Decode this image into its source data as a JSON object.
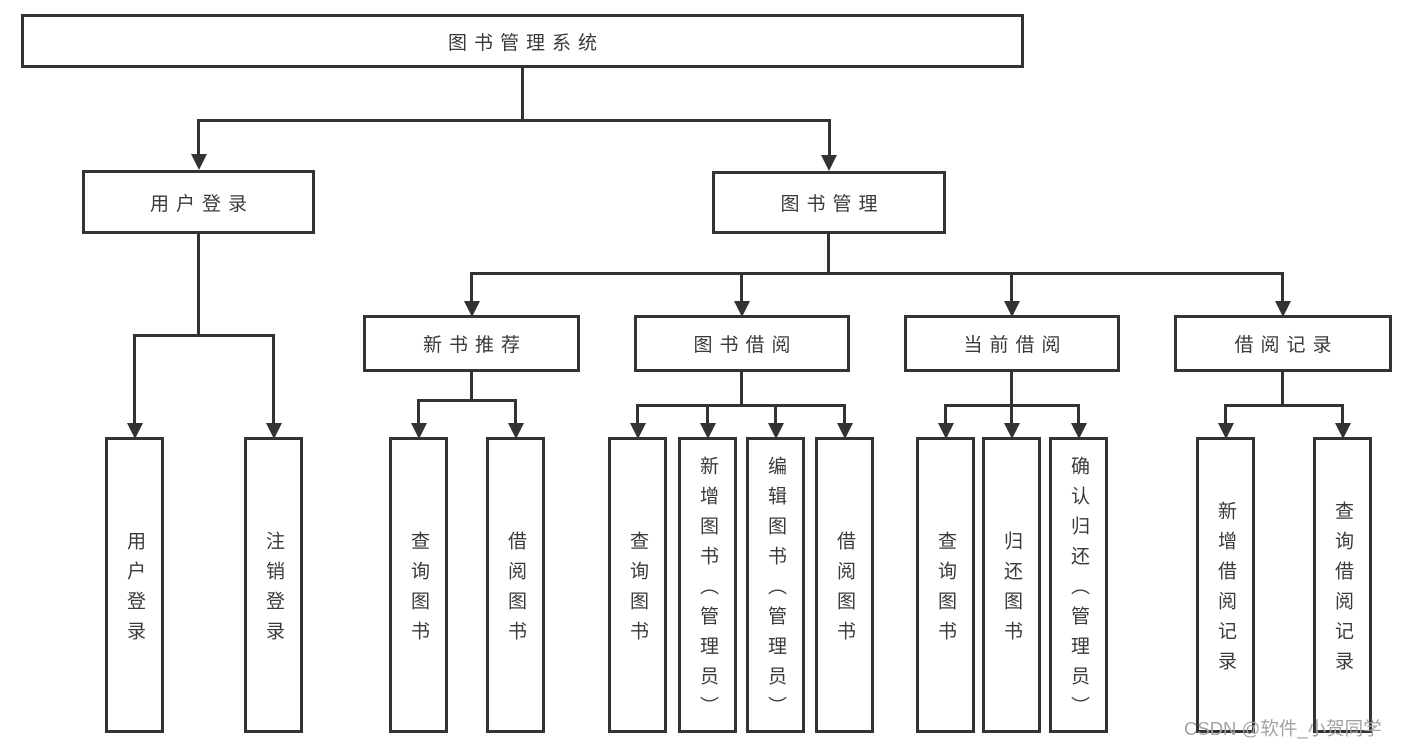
{
  "tree": {
    "root": {
      "label": "图书管理系统"
    },
    "level2": [
      {
        "label": "用户登录",
        "children": [
          {
            "label": "用户登录"
          },
          {
            "label": "注销登录"
          }
        ]
      },
      {
        "label": "图书管理",
        "children": [
          {
            "label": "新书推荐",
            "children": [
              {
                "label": "查询图书"
              },
              {
                "label": "借阅图书"
              }
            ]
          },
          {
            "label": "图书借阅",
            "children": [
              {
                "label": "查询图书"
              },
              {
                "label": "新增图书（管理员）"
              },
              {
                "label": "编辑图书（管理员）"
              },
              {
                "label": "借阅图书"
              }
            ]
          },
          {
            "label": "当前借阅",
            "children": [
              {
                "label": "查询图书"
              },
              {
                "label": "归还图书"
              },
              {
                "label": "确认归还（管理员）"
              }
            ]
          },
          {
            "label": "借阅记录",
            "children": [
              {
                "label": "新增借阅记录"
              },
              {
                "label": "查询借阅记录"
              }
            ]
          }
        ]
      }
    ]
  },
  "watermark": {
    "text": "CSDN @软件_小贺同学"
  },
  "colors": {
    "line": "#333333",
    "text": "#3a3a3a",
    "box_bg": "#ffffff",
    "page_bg": "#ffffff",
    "watermark": "#a3a3a3"
  }
}
